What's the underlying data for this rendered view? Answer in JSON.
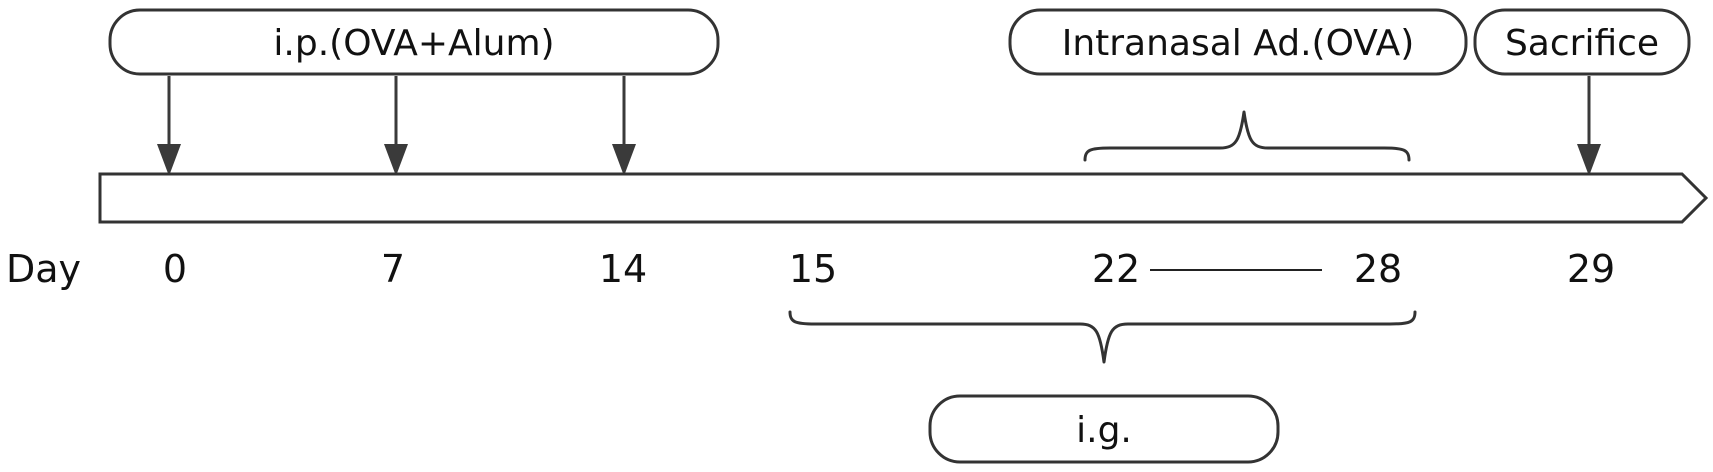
{
  "boxes": {
    "ip": "i.p.(OVA+Alum)",
    "intranasal": "Intranasal Ad.(OVA)",
    "sacrifice": "Sacrifice",
    "ig": "i.g."
  },
  "axis": {
    "label": "Day",
    "ticks": [
      "0",
      "7",
      "14",
      "15",
      "22",
      "28",
      "29"
    ]
  }
}
